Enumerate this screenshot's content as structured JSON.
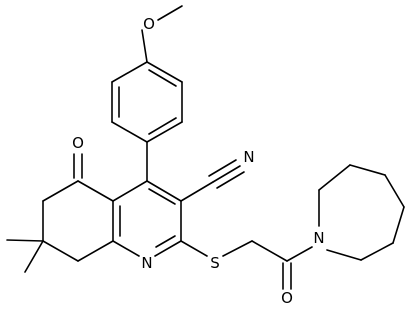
{
  "atoms": {
    "methoxy_o": "O",
    "ketone_o": "O",
    "nitrile_n": "N",
    "pyridine_n": "N",
    "thioether_s": "S",
    "amide_o": "O",
    "azepane_n": "N"
  },
  "colors": {
    "bond": "#000000",
    "label": "#000000",
    "background": "#ffffff"
  }
}
